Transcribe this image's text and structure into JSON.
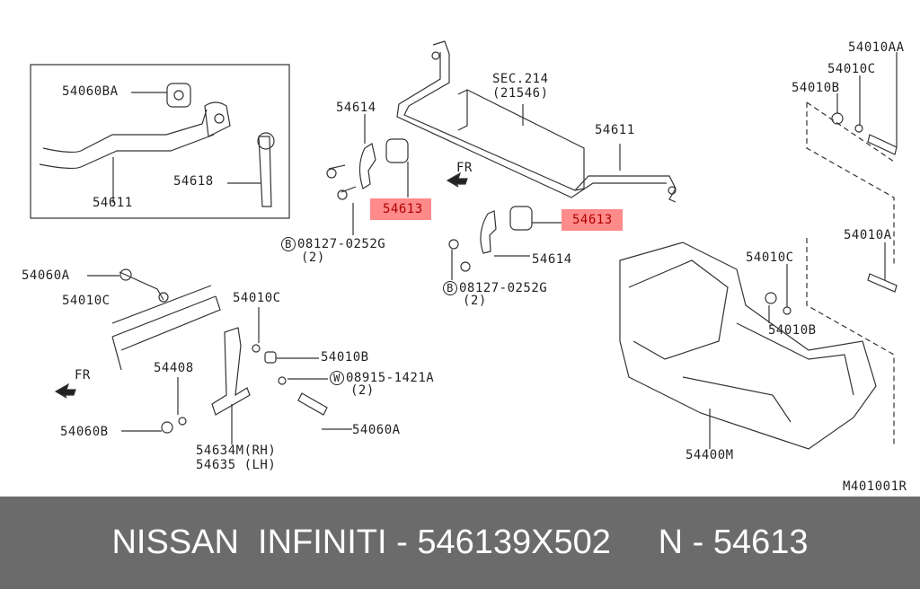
{
  "labels": {
    "inset_bolt": "54060BA",
    "inset_link": "54618",
    "inset_bar": "54611",
    "clamp_left": "54614",
    "bushing_left": "54613",
    "bolt_left": "08127-0252G",
    "bolt_left_qty": "(2)",
    "sec_ref": "SEC.214",
    "sec_ref_part": "(21546)",
    "stabilizer_bar": "54611",
    "fr_top": "FR",
    "bushing_right": "54613",
    "clamp_right": "54614",
    "bolt_right": "08127-0252G",
    "bolt_right_qty": "(2)",
    "bolt_aa": "54010AA",
    "washer_c_top": "54010C",
    "nut_b_top": "54010B",
    "bolt_a_right": "54010A",
    "washer_c_mid": "54010C",
    "nut_b_mid": "54010B",
    "member": "54400M",
    "diagram_id": "M401001R",
    "bolt_a_left": "54060A",
    "washer_c_left": "54010C",
    "washer_c_bracket": "54010C",
    "nut_b_bracket": "54010B",
    "washer_w": "08915-1421A",
    "washer_w_qty": "(2)",
    "bushing_408": "54408",
    "fr_bottom": "FR",
    "nut_060b": "54060B",
    "bolt_060a": "54060A",
    "bracket_rh": "54634M(RH)",
    "bracket_lh": "54635 (LH)",
    "circle_b": "B",
    "circle_w": "W"
  },
  "footer": {
    "title": "NISSAN  INFINITI - 546139X502     N - 54613"
  },
  "colors": {
    "highlight": "#ff8a8a",
    "footer_bg": "#6b6b6b"
  }
}
